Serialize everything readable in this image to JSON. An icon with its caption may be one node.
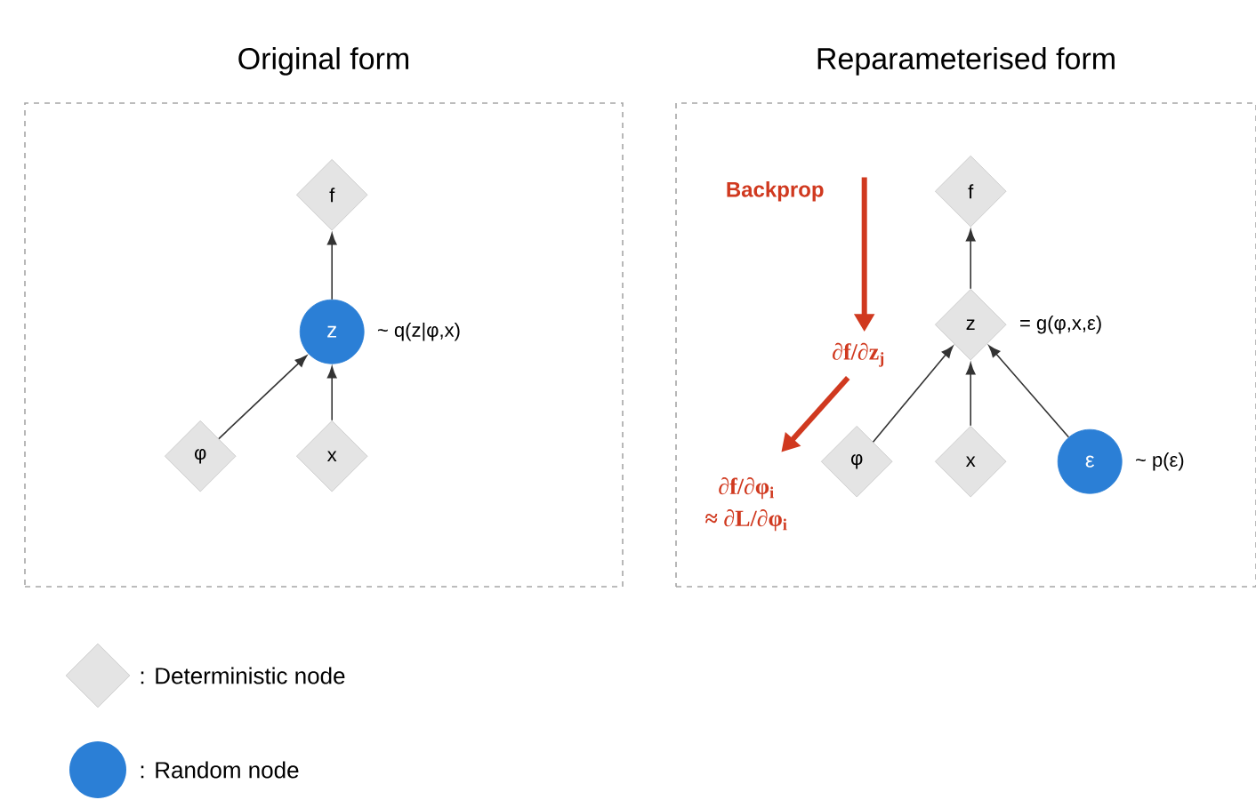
{
  "diagram": {
    "nodes": [
      {
        "text": [
          "Original form"
        ]
      },
      {
        "text": [
          "f"
        ],
        "in": 0
      },
      {
        "text": [
          "z"
        ],
        "in": 0,
        "beside": [
          "~ q(z|φ,x)"
        ]
      },
      {
        "text": [
          "φ"
        ],
        "in": 0
      },
      {
        "text": [
          "x"
        ],
        "in": 0
      },
      {
        "text": [
          "Reparameterised form"
        ]
      },
      {
        "text": [
          "f"
        ],
        "in": 5
      },
      {
        "text": [
          "z"
        ],
        "in": 5,
        "beside": [
          "= g(φ,x,ε)"
        ]
      },
      {
        "text": [
          "φ"
        ],
        "in": 5
      },
      {
        "text": [
          "x"
        ],
        "in": 5
      },
      {
        "text": [
          "ε"
        ],
        "in": 5,
        "beside": [
          "~ p(ε)"
        ]
      },
      {
        "text": [
          "Backprop"
        ],
        "in": 5
      },
      {
        "text": [
          "∂f/∂z$_{j}$"
        ],
        "in": 5
      },
      {
        "text": [
          "∂f/∂φ$_{i}$",
          "≈ ∂L/∂φ$_{i}$"
        ],
        "in": 5
      }
    ],
    "edges": [
      {
        "from": 3,
        "to": 2,
        "arrow": "to"
      },
      {
        "from": 4,
        "to": 2,
        "arrow": "to"
      },
      {
        "from": 2,
        "to": 1,
        "arrow": "to"
      },
      {
        "from": 8,
        "to": 7,
        "arrow": "to"
      },
      {
        "from": 9,
        "to": 7,
        "arrow": "to"
      },
      {
        "from": 10,
        "to": 7,
        "arrow": "to"
      },
      {
        "from": 7,
        "to": 6,
        "arrow": "to"
      },
      {
        "from": 11,
        "to": 12,
        "arrow": "to",
        "style": "thick",
        "color": "#d0391f"
      },
      {
        "from": 12,
        "to": 13,
        "arrow": "to",
        "style": "thick",
        "color": "#d0391f"
      }
    ],
    "legend": [
      {
        "text": ": Deterministic node"
      },
      {
        "text": ": Random node"
      }
    ]
  }
}
